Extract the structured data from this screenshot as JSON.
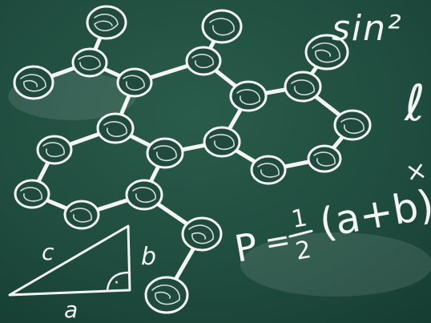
{
  "scene": {
    "subject": "chalkboard",
    "colors": {
      "board": "#1d4a3c",
      "board_dark": "#143a2f",
      "chalk": "#f3f6f2"
    }
  },
  "formulas": {
    "trig_fragment": "sin²",
    "area_lhs": "P",
    "area_eq": "=",
    "area_num": "1",
    "area_den": "2",
    "area_expr": "(a+b)",
    "area_trailing": "×",
    "partial_glyph": "ℓ"
  },
  "triangle": {
    "side_a": "a",
    "side_b": "b",
    "side_c": "c",
    "right_angle_dot": "·"
  }
}
